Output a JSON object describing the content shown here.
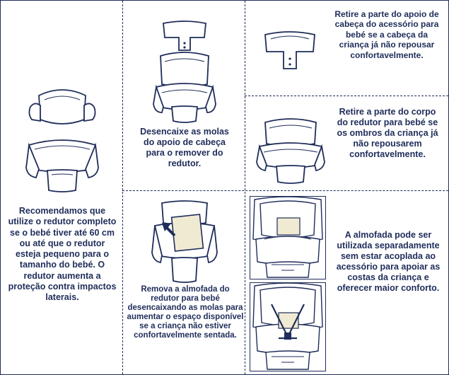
{
  "colors": {
    "ink": "#1f2d5a",
    "cushion_fill": "#f1ead2"
  },
  "panels": {
    "intro": {
      "text": "Recomendamos que utilize o redutor completo se o bebé tiver até 60 cm ou até que o redutor esteja pequeno para o tamanho do bebé. O redutor aumenta a proteção contra impactos laterais."
    },
    "headrest_springs": {
      "text": "Desencaixe as molas do apoio de cabeça para o remover do redutor."
    },
    "remove_head": {
      "text": "Retire a parte do apoio de cabeça do acessório para bebé se a cabeça da criança já não repousar confortavelmente."
    },
    "remove_body": {
      "text": "Retire a parte do corpo do redutor para bebé se os ombros da criança já não repousarem confortavelmente."
    },
    "remove_cushion": {
      "text": "Remova a almofada do redutor para bebé desencaixando as molas para aumentar o espaço disponível se a criança não estiver confortavelmente sentada."
    },
    "cushion_separate": {
      "text": "A almofada pode ser utilizada separadamente sem estar acoplada ao acessório para apoiar as costas da criança e oferecer maior conforto."
    }
  }
}
